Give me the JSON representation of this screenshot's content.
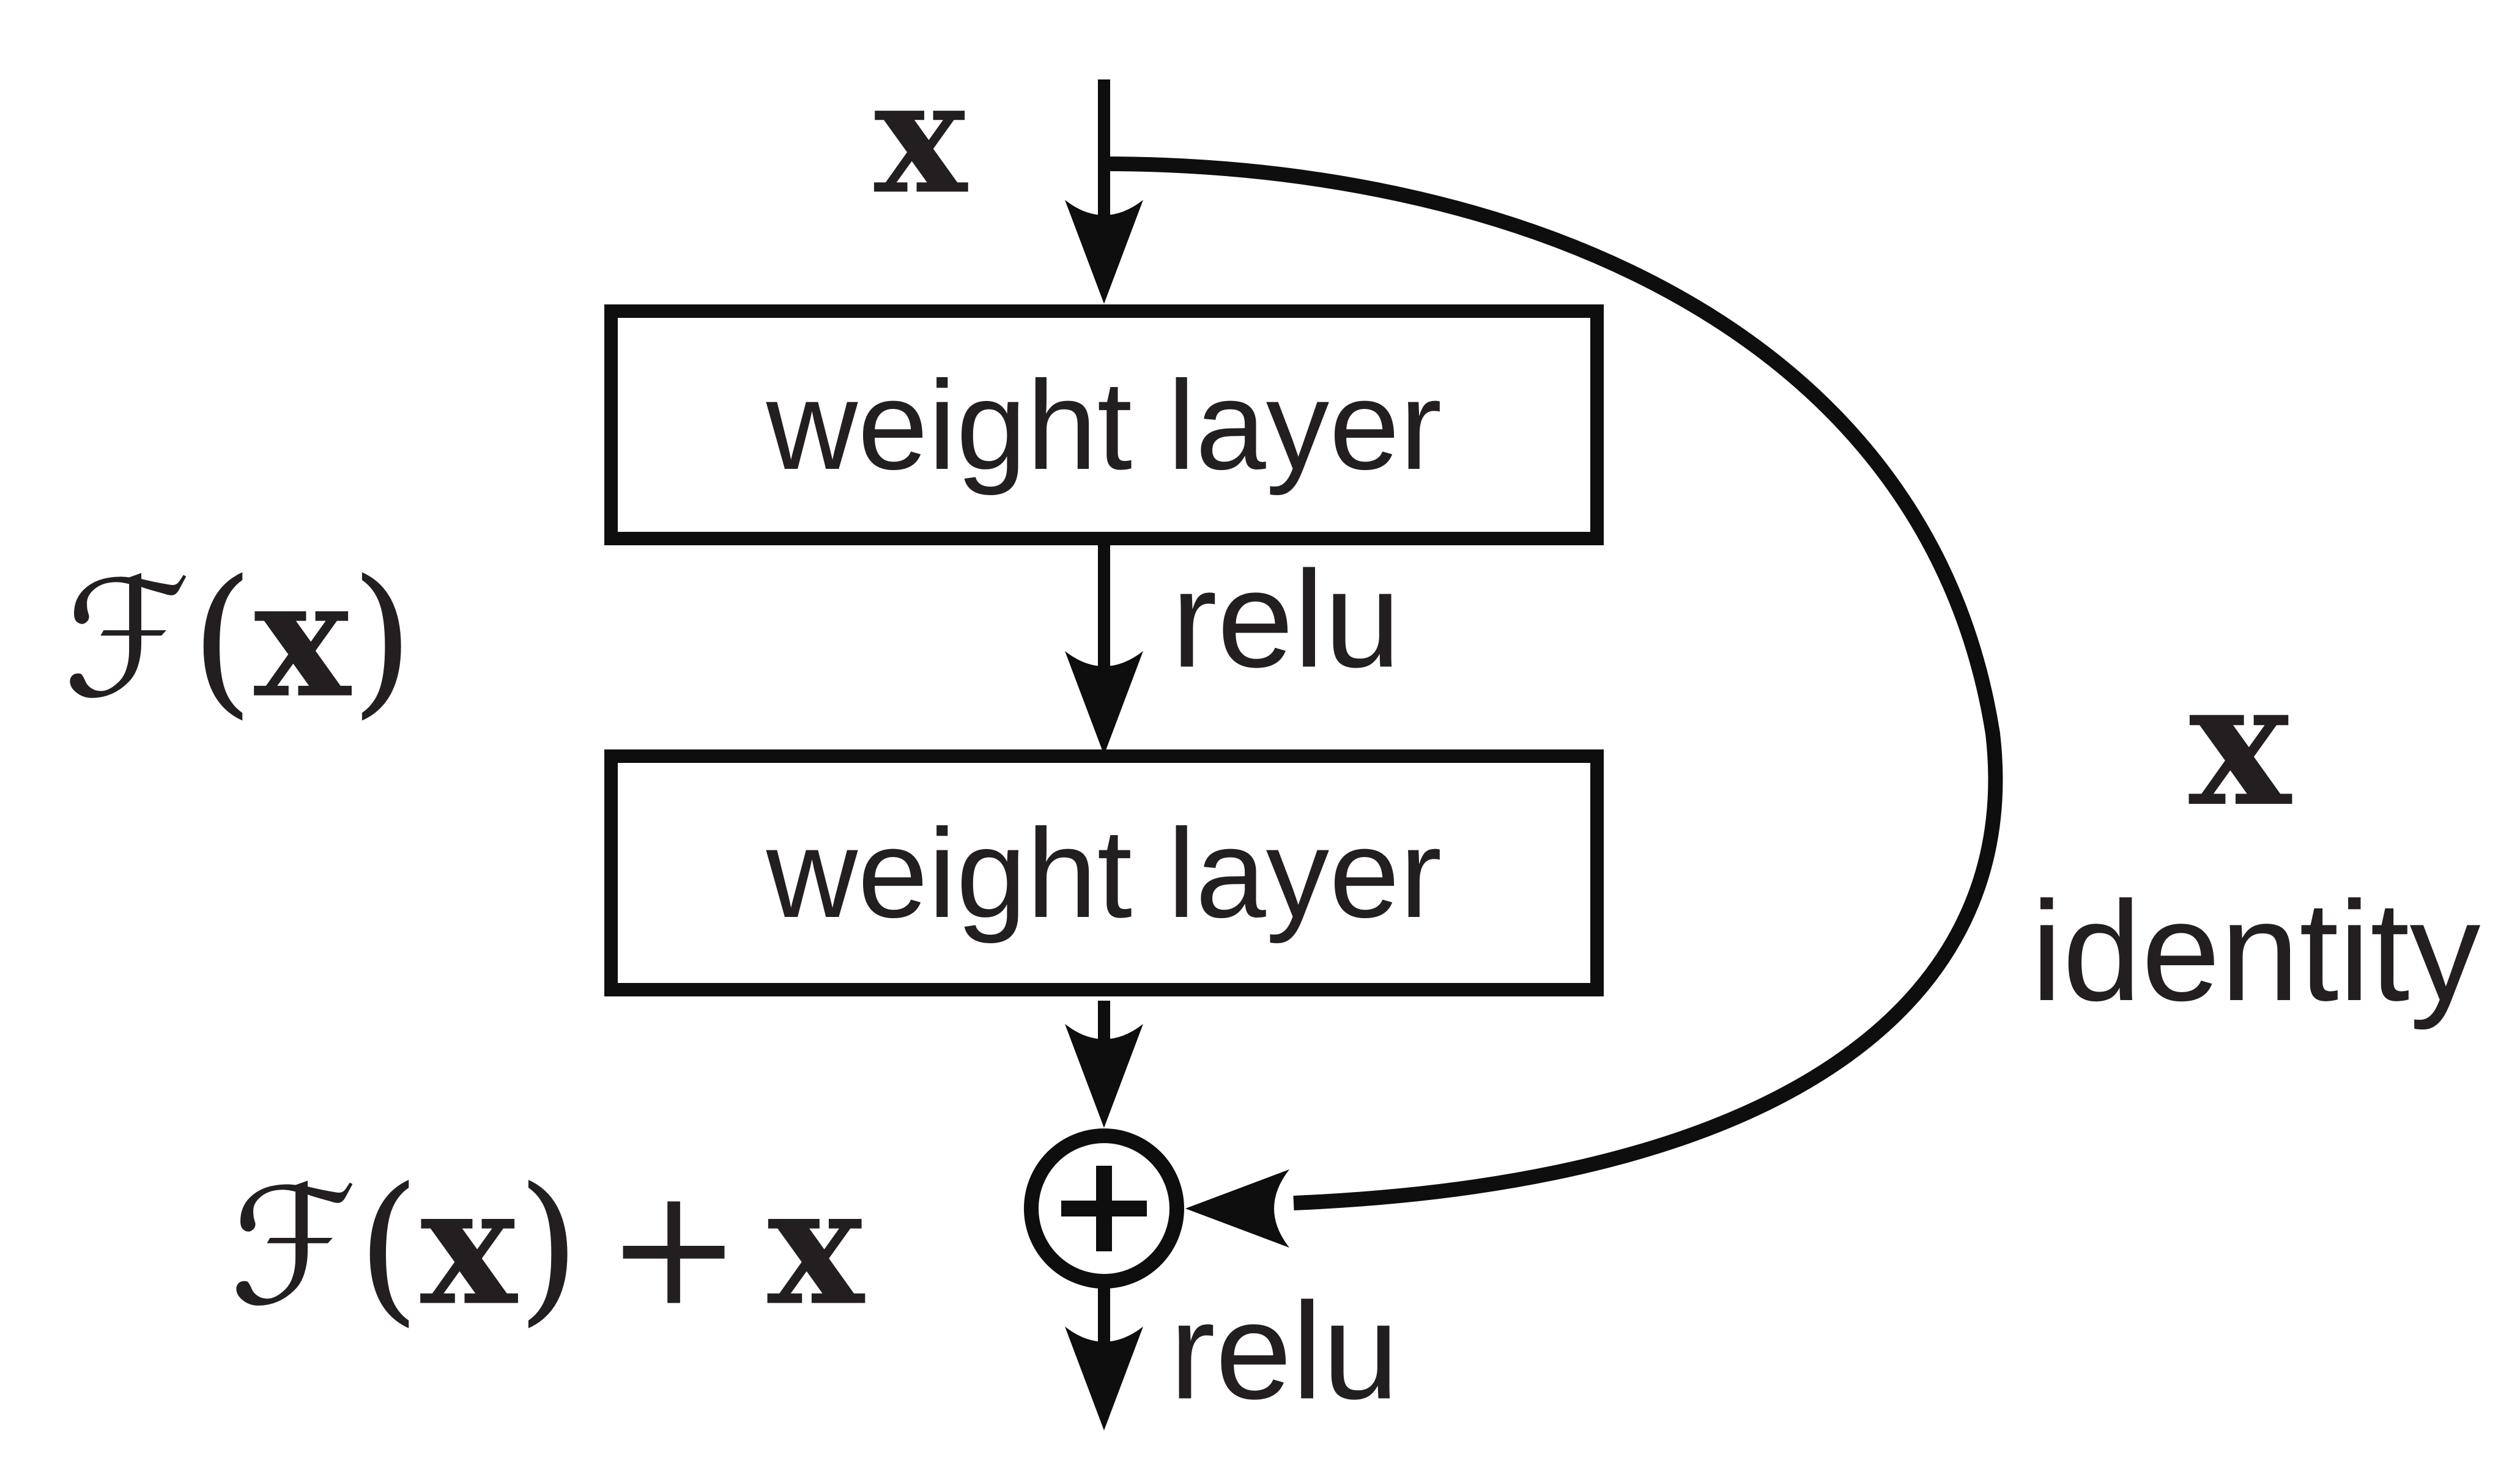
{
  "colors": {
    "ink": "#231f20",
    "line": "#0e0e0e",
    "background": "#ffffff"
  },
  "math": {
    "script_f": "ℱ",
    "open_paren": "(",
    "close_paren": ")",
    "x": "x",
    "plus": "+"
  },
  "labels": {
    "input": "x",
    "weight_layer_top": "weight layer",
    "relu_mid": "relu",
    "weight_layer_bottom": "weight layer",
    "sum_relu": "relu",
    "skip_x": "x",
    "skip_identity": "identity"
  },
  "icons": {
    "sum_node": "plus-circle-icon"
  }
}
